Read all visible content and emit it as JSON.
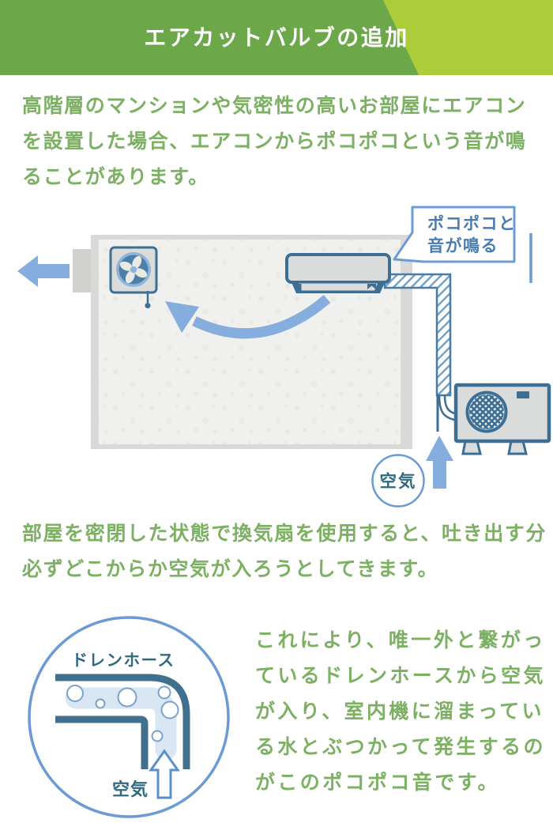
{
  "header": {
    "title": "エアカットバルブの追加"
  },
  "intro": {
    "lines": [
      "高階層のマンションや気密性の高いお部屋にエアコン",
      "を設置した場合、エアコンからポコポコという音が鳴",
      "ることがあります。"
    ]
  },
  "room_diagram": {
    "bubble": {
      "line1": "ポコポコと",
      "line2": "音が鳴る"
    },
    "air_label": "空気"
  },
  "middle": {
    "lines": [
      "部屋を密閉した状態で換気扇を使用すると、吐き出す分",
      "必ずどこからか空気が入ろうとしてきます。"
    ]
  },
  "hose_diagram": {
    "title": "ドレンホース",
    "air_label": "空気"
  },
  "outro": {
    "lines": [
      "これにより、唯一外と繋がっ",
      "ているドレンホースから空気",
      "が入り、室内機に溜まってい",
      "る水とぶつかって発生するの",
      "がこのポコポコ音です。"
    ]
  },
  "icons": [
    "exhaust-arrow-icon",
    "ventilation-fan-icon",
    "airflow-curve-arrow-icon",
    "air-conditioner-icon",
    "drain-pipe-icon",
    "speech-bubble",
    "outdoor-unit-icon",
    "air-inflow-arrow-icon",
    "air-badge-circle",
    "drain-hose-elbow-icon",
    "air-up-arrow-icon"
  ],
  "colors": {
    "banner_green": "#6CA84A",
    "banner_light_green": "#ACCC3A",
    "text_green": "#7CB062",
    "outline_blue": "#3D6E94",
    "arrow_blue": "#85ADDE",
    "bubble_border_blue": "#6B9AD4",
    "bubble_text_blue": "#4A7CB0",
    "label_teal": "#31697F",
    "wall_gray": "#D9D9D7",
    "room_fill": "#F0F0EE"
  }
}
